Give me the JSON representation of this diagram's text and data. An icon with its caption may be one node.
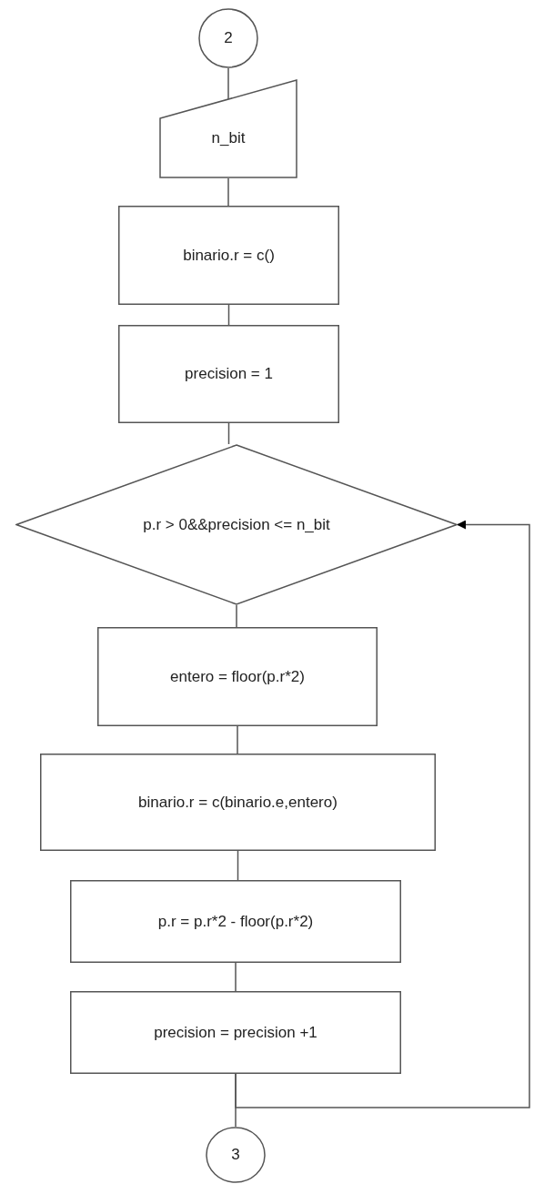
{
  "diagram": {
    "nodes": [
      {
        "text": [
          "2"
        ]
      },
      {
        "text": [
          "n_bit"
        ]
      },
      {
        "text": [
          "binario.r = c()"
        ]
      },
      {
        "text": [
          "precision = 1"
        ]
      },
      {
        "text": [
          "p.r > 0&&precision <= n_bit"
        ]
      },
      {
        "text": [
          "entero = floor(p.r*2)"
        ]
      },
      {
        "text": [
          "binario.r = c(binario.e,entero)"
        ]
      },
      {
        "text": [
          "p.r = p.r*2 - floor(p.r*2)"
        ]
      },
      {
        "text": [
          "precision = precision +1"
        ]
      },
      {
        "text": [
          "3"
        ]
      }
    ],
    "edges": [
      {
        "from": 0,
        "to": 1,
        "arrow": "none"
      },
      {
        "from": 1,
        "to": 2,
        "arrow": "none"
      },
      {
        "from": 2,
        "to": 3,
        "arrow": "none"
      },
      {
        "from": 3,
        "to": 4,
        "arrow": "none"
      },
      {
        "from": 4,
        "to": 5,
        "arrow": "none"
      },
      {
        "from": 5,
        "to": 6,
        "arrow": "none"
      },
      {
        "from": 6,
        "to": 7,
        "arrow": "none"
      },
      {
        "from": 7,
        "to": 8,
        "arrow": "none"
      },
      {
        "from": 8,
        "to": 9,
        "arrow": "none"
      },
      {
        "from": 8,
        "to": 4,
        "arrow": "to"
      }
    ]
  }
}
